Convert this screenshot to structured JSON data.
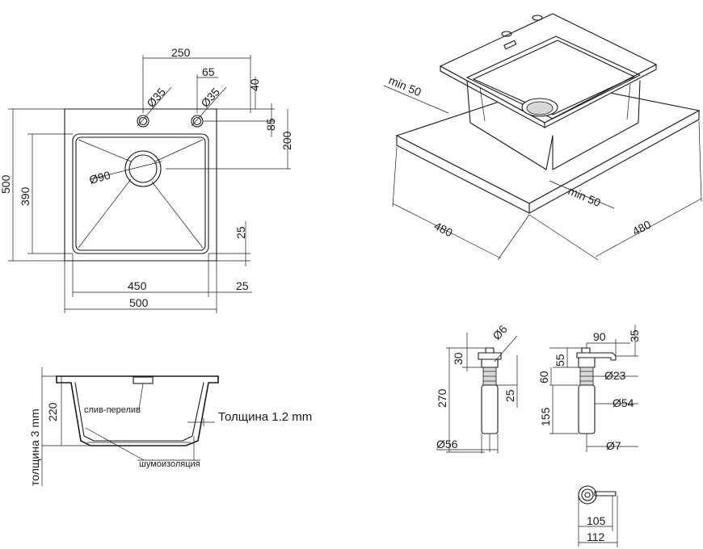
{
  "top_view": {
    "dims": {
      "width_total": "500",
      "width_inner": "450",
      "height_total": "500",
      "height_inner": "390",
      "hole_spacing": "250",
      "hole_side": "65",
      "hole_diam_left": "Ø35",
      "hole_diam_right": "Ø35",
      "drain_diam": "Ø90",
      "top_offset": "40",
      "hole_offset": "85",
      "drain_offset": "200",
      "bottom_margin": "25",
      "side_margin": "25"
    }
  },
  "iso_view": {
    "dims": {
      "min_left": "min 50",
      "min_right": "min 50",
      "width_left": "480",
      "width_right": "480"
    }
  },
  "section_view": {
    "dims": {
      "depth": "220",
      "thickness_side": "толщина 3 mm",
      "thickness_steel": "Толщина 1.2 mm",
      "overflow_label": "слив-перелив",
      "insulation_label": "шумоизоляция"
    }
  },
  "dispenser_front": {
    "dims": {
      "spout_diam": "Ø6",
      "spout_height": "30",
      "total_height": "270",
      "collar": "25",
      "bottle_diam": "Ø56"
    }
  },
  "dispenser_side": {
    "dims": {
      "spout_reach": "90",
      "spout_drop": "35",
      "head_height": "55",
      "neck_height": "60",
      "neck_diam": "Ø23",
      "bottle_height": "155",
      "bottle_diam": "Ø54",
      "tube_diam": "Ø7"
    }
  },
  "dispenser_top": {
    "dims": {
      "inner": "105",
      "outer": "112"
    }
  }
}
